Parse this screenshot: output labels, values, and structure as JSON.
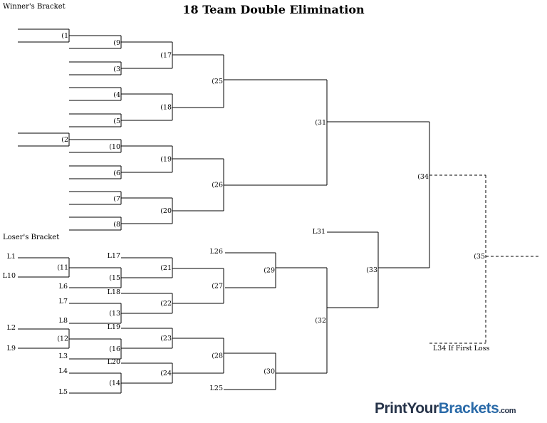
{
  "title": "18 Team Double Elimination",
  "winners_label": "Winner's Bracket",
  "losers_label": "Loser's Bracket",
  "brand": {
    "part1": "PrintYour",
    "part2": "Brackets",
    "part3": ".com"
  },
  "winners": {
    "r0": [
      "(1",
      "(2"
    ],
    "r1": [
      "(9",
      "(3",
      "(4",
      "(5",
      "(10",
      "(6",
      "(7",
      "(8"
    ],
    "r2": [
      "(17",
      "(18",
      "(19",
      "(20"
    ],
    "r3": [
      "(25",
      "(26"
    ],
    "r4": [
      "(31"
    ],
    "final": "(34",
    "if_game": "(35",
    "if_note": "L34 If First Loss"
  },
  "losers": {
    "seed_inputs": [
      "L1",
      "L10",
      "L2",
      "L9"
    ],
    "r0_games": [
      "(11",
      "(12"
    ],
    "r1_drop_inputs": [
      "L6",
      "L3"
    ],
    "r1_games": [
      "(15",
      "(13",
      "(16",
      "(14"
    ],
    "r1_singles": [
      "L7",
      "L8",
      "L4",
      "L5"
    ],
    "r2_drop_inputs": [
      "L17",
      "L18",
      "L19",
      "L20"
    ],
    "r2_games": [
      "(21",
      "(22",
      "(23",
      "(24"
    ],
    "r3_games": [
      "(27",
      "(28"
    ],
    "r4_drop_inputs": [
      "L26",
      "L25"
    ],
    "r4_games": [
      "(29",
      "(30"
    ],
    "r5_games": [
      "(32"
    ],
    "r6_drop_input": "L31",
    "r6_game": "(33"
  }
}
